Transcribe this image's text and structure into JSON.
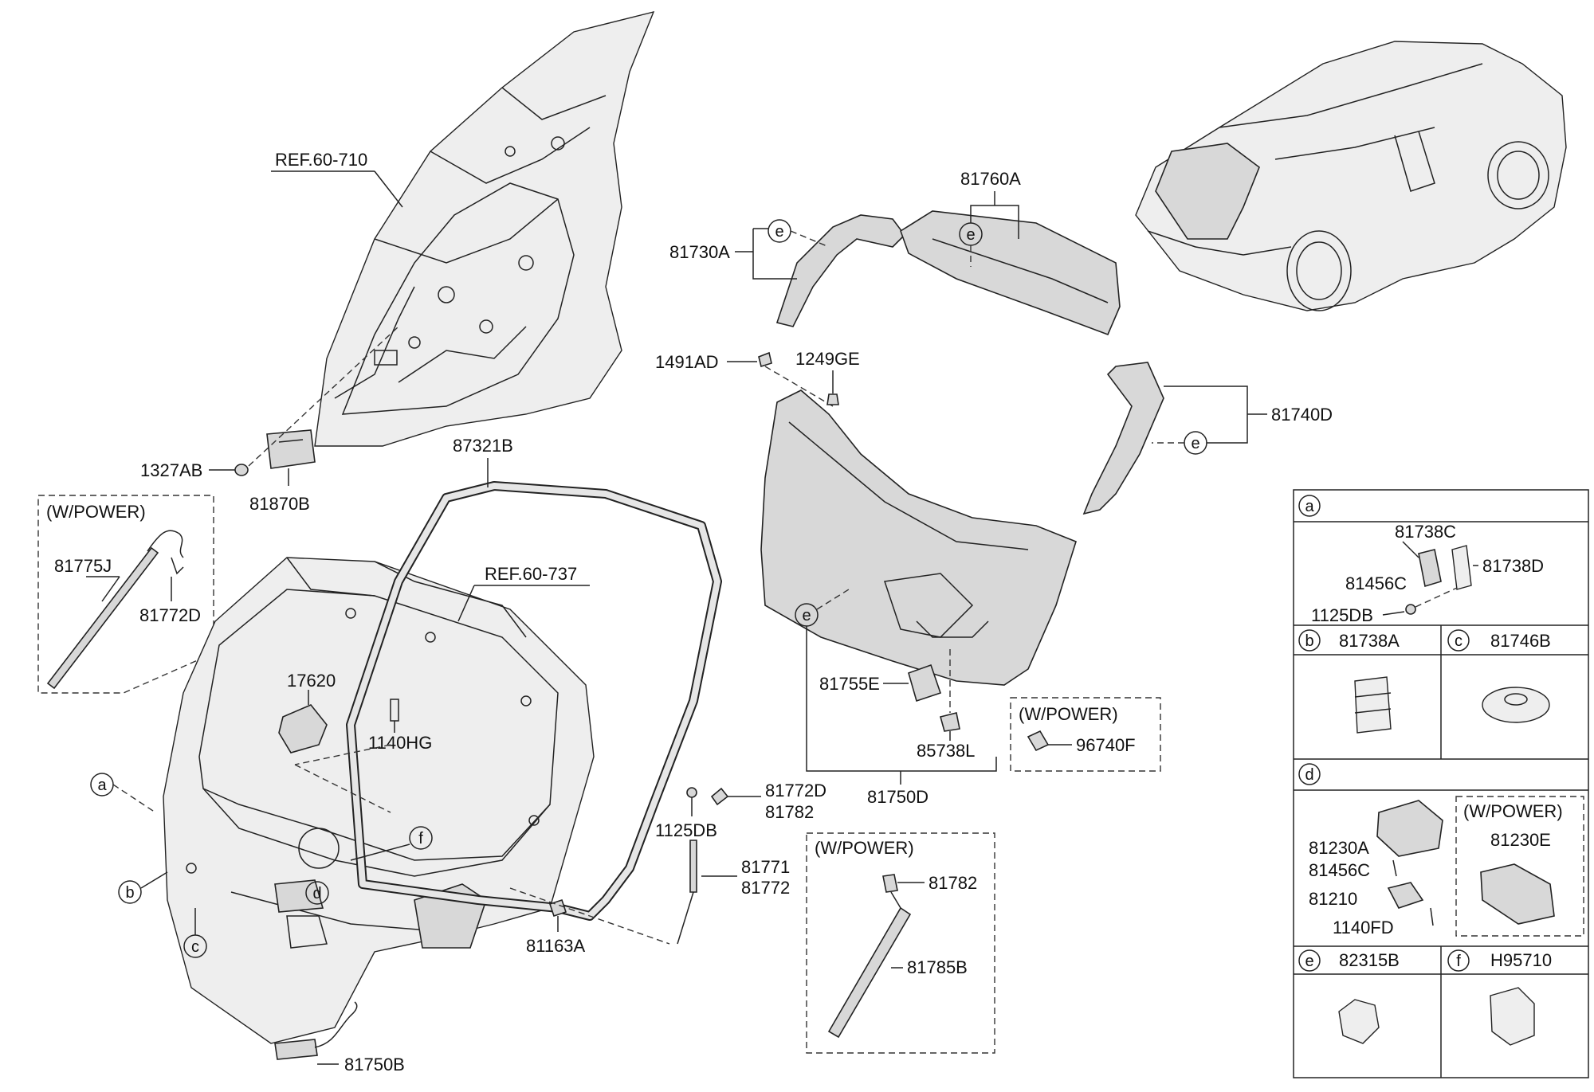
{
  "callouts": {
    "ref_60_710": "REF.60-710",
    "ref_60_737": "REF.60-737",
    "p1327AB": "1327AB",
    "p81870B": "81870B",
    "p87321B": "87321B",
    "p81775J": "81775J",
    "p81772D_a": "81772D",
    "p17620": "17620",
    "p1140HG": "1140HG",
    "p81730A": "81730A",
    "p81760A": "81760A",
    "p1491AD": "1491AD",
    "p1249GE": "1249GE",
    "p81740D": "81740D",
    "p81755E": "81755E",
    "p85738L": "85738L",
    "p81750D": "81750D",
    "p96740F": "96740F",
    "p81772D_b": "81772D",
    "p81782_a": "81782",
    "p1125DB_a": "1125DB",
    "p81771": "81771",
    "p81772": "81772",
    "p81163A": "81163A",
    "p81782_b": "81782",
    "p81785B": "81785B",
    "p81750B": "81750B"
  },
  "power_labels": {
    "left": "(W/POWER)",
    "center": "(W/POWER)",
    "strut": "(W/POWER)",
    "table_d": "(W/POWER)"
  },
  "circles": {
    "a": "a",
    "b": "b",
    "c": "c",
    "d": "d",
    "f": "f",
    "e1": "e",
    "e2": "e",
    "e3": "e",
    "e4": "e"
  },
  "legend": {
    "a": {
      "letter": "a",
      "parts": [
        "81738C",
        "81456C",
        "81738D",
        "1125DB"
      ]
    },
    "b": {
      "letter": "b",
      "title": "81738A"
    },
    "c": {
      "letter": "c",
      "title": "81746B"
    },
    "d": {
      "letter": "d",
      "parts": [
        "81230A",
        "81456C",
        "81210",
        "1140FD",
        "81230E"
      ]
    },
    "e": {
      "letter": "e",
      "title": "82315B"
    },
    "f": {
      "letter": "f",
      "title": "H95710"
    }
  }
}
